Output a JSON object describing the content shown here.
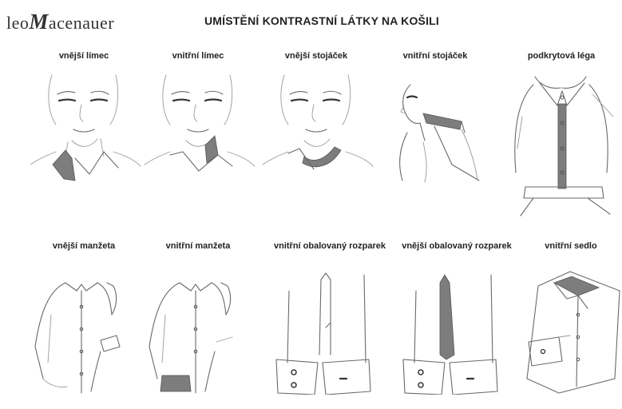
{
  "logo": {
    "prefix": "leo",
    "initial": "M",
    "rest": "acenauer"
  },
  "title": "UMÍSTĚNÍ KONTRASTNÍ LÁTKY NA KOŠILI",
  "colors": {
    "accent": "#7d7d7d",
    "sketch": "#6a6a6a"
  },
  "row1": [
    {
      "label": "vnější límec",
      "icon": "face-collar-outer-icon"
    },
    {
      "label": "vnitřní límec",
      "icon": "face-collar-inner-icon"
    },
    {
      "label": "vnější stojáček",
      "icon": "face-stand-outer-icon"
    },
    {
      "label": "vnitřní stojáček",
      "icon": "profile-stand-inner-icon"
    },
    {
      "label": "podkrytová léga",
      "icon": "placket-icon"
    }
  ],
  "row2": [
    {
      "label": "vnější manžeta",
      "icon": "cuff-outer-icon"
    },
    {
      "label": "vnitřní manžeta",
      "icon": "cuff-inner-icon"
    },
    {
      "label": "vnitřní obalovaný rozparek",
      "icon": "sleeve-placket-inner-icon"
    },
    {
      "label": "vnější obalovaný rozparek",
      "icon": "sleeve-placket-outer-icon"
    },
    {
      "label": "vnitřní sedlo",
      "icon": "folded-shirt-yoke-icon"
    }
  ]
}
